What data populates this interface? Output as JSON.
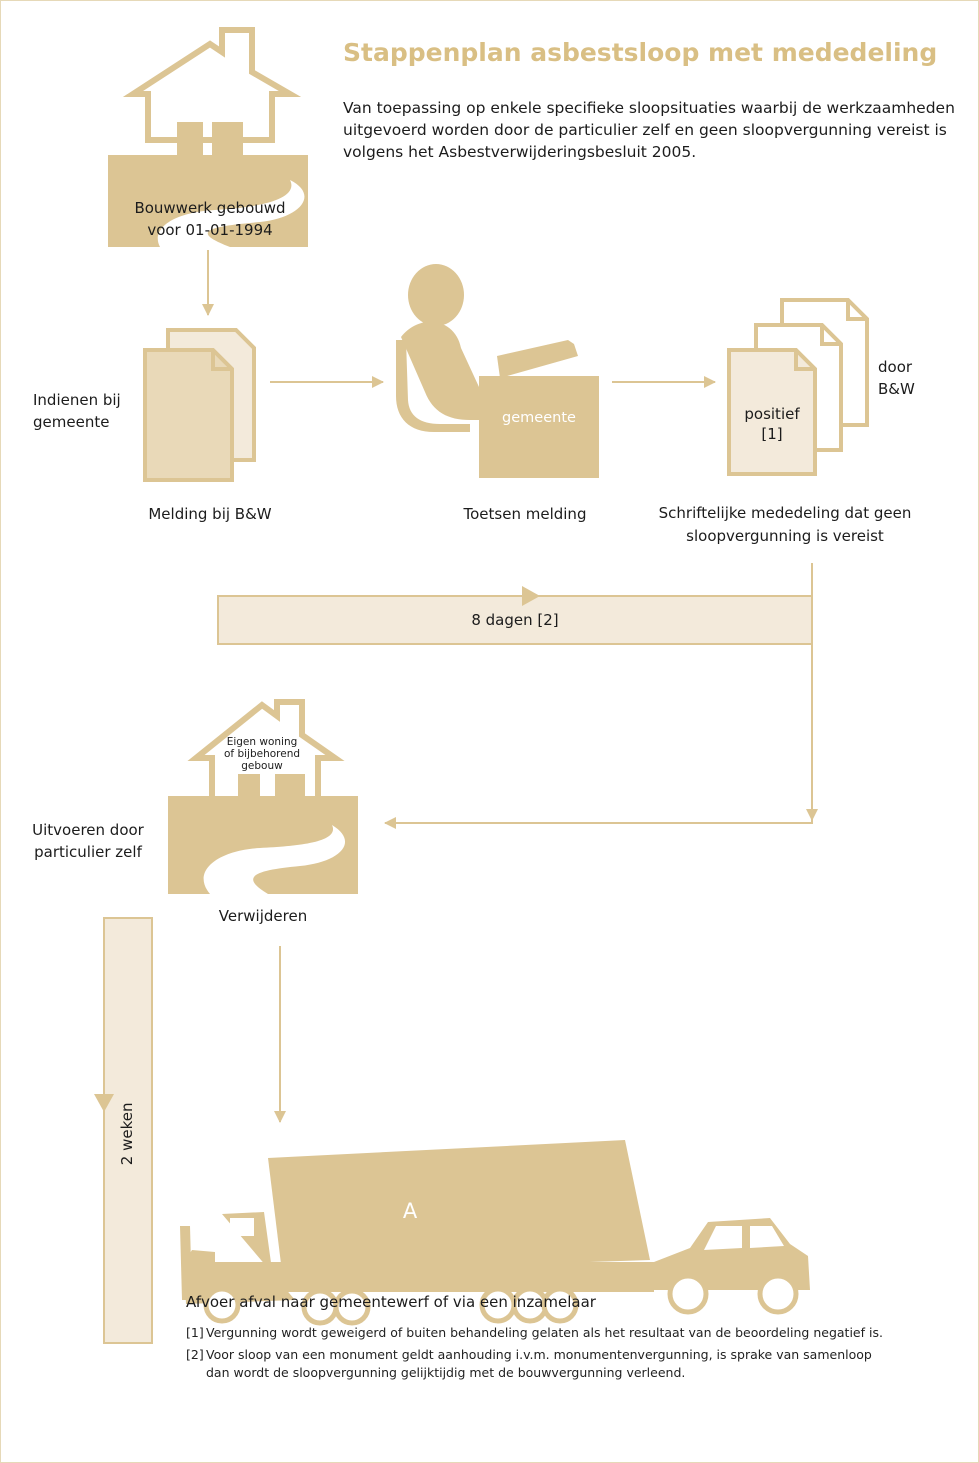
{
  "header": {
    "title": "Stappenplan asbestsloop met mededeling",
    "intro": "Van toepassing op enkele specifieke sloopsituaties waarbij de werkzaamheden uitgevoerd worden door de particulier zelf en geen sloopvergunning vereist is volgens het Asbestverwijderingsbesluit 2005."
  },
  "steps": {
    "building_line1": "Bouwwerk gebouwd",
    "building_line2": "voor 01-01-1994",
    "submit_line1": "Indienen bij",
    "submit_line2": "gemeente",
    "notice_caption": "Melding bij B&W",
    "desk_label": "gemeente",
    "check_caption": "Toetsen melding",
    "positive_line1": "positief",
    "positive_line2": "[1]",
    "by_line1": "door",
    "by_line2": "B&W",
    "written_line1": "Schriftelijke mededeling dat geen",
    "written_line2": "sloopvergunning is vereist",
    "days_label": "8 dagen [2]",
    "house2_line1": "Eigen woning",
    "house2_line2": "of bijbehorend",
    "house2_line3": "gebouw",
    "execute_line1": "Uitvoeren door",
    "execute_line2": "particulier zelf",
    "remove_caption": "Verwijderen",
    "weeks_label": "2 weken",
    "truck_label": "A",
    "disposal_caption": "Afvoer afval naar gemeentewerf of via een inzamelaar"
  },
  "footnotes": [
    {
      "num": "[1]",
      "text": "Vergunning wordt geweigerd of buiten behandeling gelaten als het resultaat van de beoordeling negatief is."
    },
    {
      "num": "[2]",
      "text": "Voor sloop van een monument geldt aanhouding i.v.m. monumentenvergunning, is sprake van samenloop dan wordt de sloopvergunning gelijktijdig met de bouwvergunning verleend."
    }
  ],
  "colors": {
    "accent": "#d9bf84",
    "fill": "#dcc594",
    "light_fill": "#f3eadb",
    "title": "#d9bf84"
  }
}
